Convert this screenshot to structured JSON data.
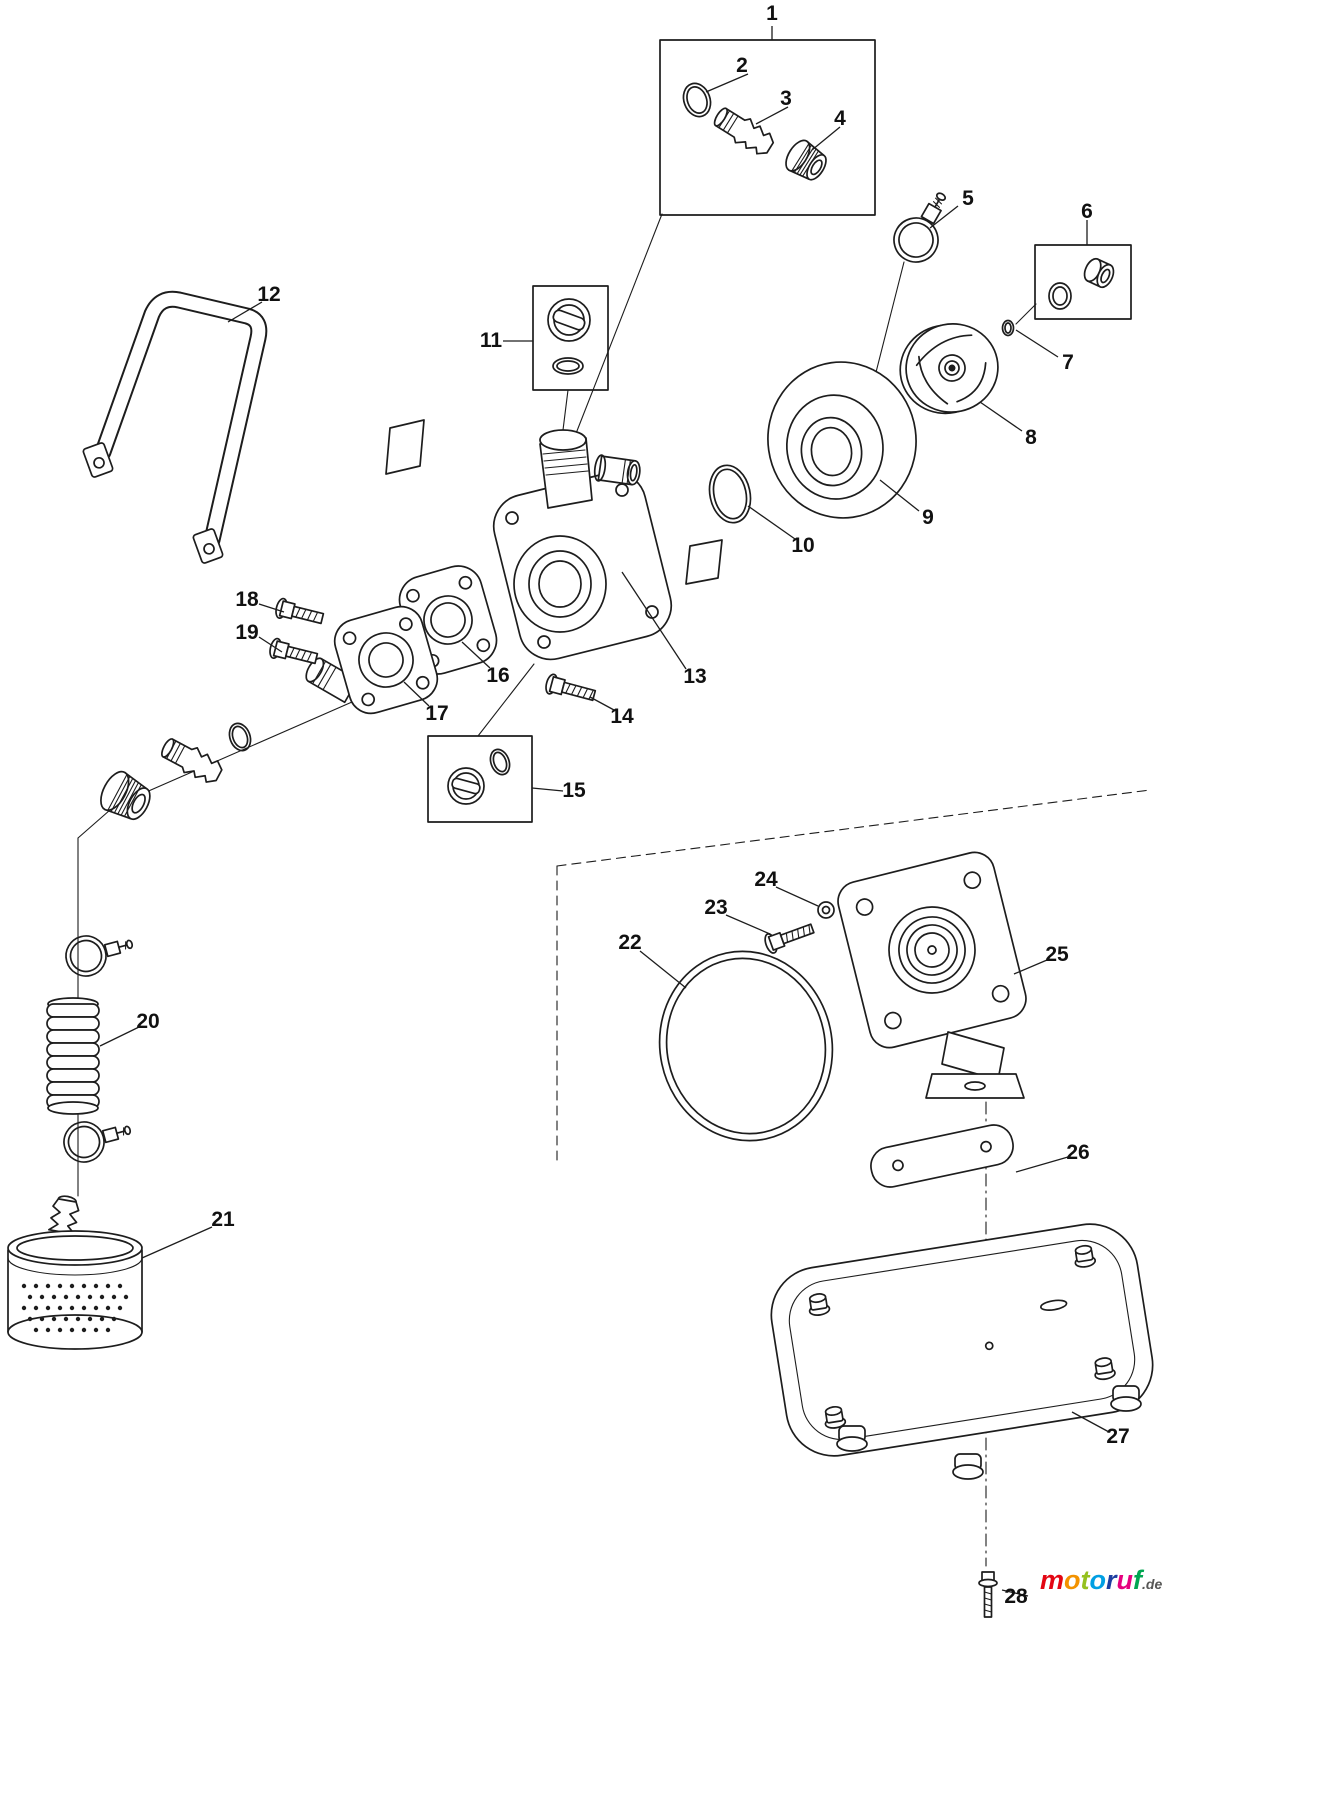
{
  "callouts": [
    {
      "label": "1"
    },
    {
      "label": "2"
    },
    {
      "label": "3"
    },
    {
      "label": "4"
    },
    {
      "label": "5"
    },
    {
      "label": "6"
    },
    {
      "label": "7"
    },
    {
      "label": "8"
    },
    {
      "label": "9"
    },
    {
      "label": "10"
    },
    {
      "label": "11"
    },
    {
      "label": "12"
    },
    {
      "label": "13"
    },
    {
      "label": "14"
    },
    {
      "label": "15"
    },
    {
      "label": "16"
    },
    {
      "label": "17"
    },
    {
      "label": "18"
    },
    {
      "label": "19"
    },
    {
      "label": "20"
    },
    {
      "label": "21"
    },
    {
      "label": "22"
    },
    {
      "label": "23"
    },
    {
      "label": "24"
    },
    {
      "label": "25"
    },
    {
      "label": "26"
    },
    {
      "label": "27"
    },
    {
      "label": "28"
    }
  ],
  "logo": {
    "letters": [
      {
        "ch": "m",
        "style": "color:#e30613"
      },
      {
        "ch": "o",
        "style": "color:#f39200"
      },
      {
        "ch": "t",
        "style": "color:#95c11f"
      },
      {
        "ch": "o",
        "style": "color:#009fe3"
      },
      {
        "ch": "r",
        "style": "color:#1d3ea0"
      },
      {
        "ch": "u",
        "style": "color:#e6007e"
      },
      {
        "ch": "f",
        "style": "color:#00a651"
      }
    ],
    "suffix": ".de",
    "suffix_style": "color:#575756"
  },
  "colors": {
    "line": "#1d1d1d",
    "background": "#ffffff"
  }
}
